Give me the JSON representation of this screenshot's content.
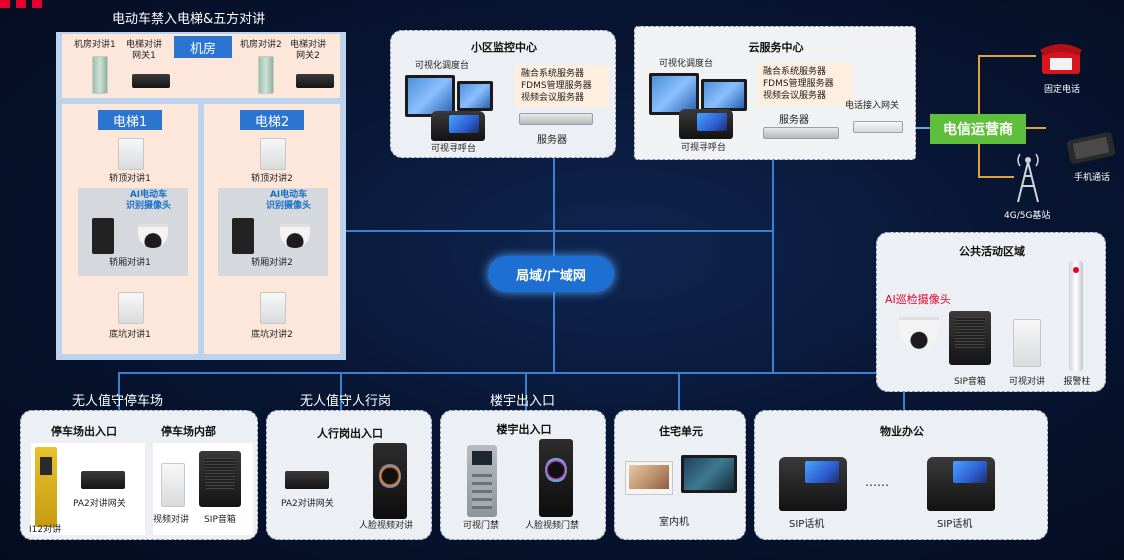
{
  "diagram": {
    "elevator_section": {
      "title": "电动车禁入电梯&五方对讲",
      "machine_room": {
        "label": "机房",
        "left_intercom": "机房对讲1",
        "left_gateway": "电梯对讲\n网关1",
        "right_intercom": "机房对讲2",
        "right_gateway": "电梯对讲\n网关2"
      },
      "elevators": [
        {
          "label": "电梯1",
          "roof": "轿顶对讲1",
          "camera": "AI电动车\n识别摄像头",
          "car": "轿厢对讲1",
          "pit": "底坑对讲1"
        },
        {
          "label": "电梯2",
          "roof": "轿顶对讲2",
          "camera": "AI电动车\n识别摄像头",
          "car": "轿厢对讲2",
          "pit": "底坑对讲2"
        }
      ]
    },
    "monitoring_center": {
      "title": "小区监控中心",
      "dispatch": "可视化调度台",
      "servers_list": "融合系统服务器\nFDMS管理服务器\n视频会议服务器",
      "server": "服务器",
      "phone": "可视寻呼台"
    },
    "cloud_center": {
      "title": "云服务中心",
      "dispatch": "可视化调度台",
      "servers_list": "融合系统服务器\nFDMS管理服务器\n视频会议服务器",
      "server": "服务器",
      "phone": "可视寻呼台",
      "gateway": "电话接入网关"
    },
    "telecom": {
      "label": "电信运营商",
      "fixed": "固定电话",
      "mobile": "手机通话",
      "base": "4G/5G基站"
    },
    "network": "局域/广域网",
    "public_area": {
      "title": "公共活动区域",
      "camera": "AI巡检摄像头",
      "speaker": "SIP音箱",
      "intercom": "可视对讲",
      "alarm": "报警柱"
    },
    "sections": {
      "parking_title": "无人值守停车场",
      "pedestrian_title": "无人值守人行岗",
      "building_title": "楼宇出入口"
    },
    "parking": {
      "exit_title": "停车场出入口",
      "inside_title": "停车场内部",
      "gateway": "PA2对讲网关",
      "i12": "I12对讲",
      "video": "视频对讲",
      "speaker": "SIP音箱"
    },
    "pedestrian": {
      "title": "人行岗出入口",
      "gateway": "PA2对讲网关",
      "face": "人脸视频对讲"
    },
    "building": {
      "title": "楼宇出入口",
      "door": "可视门禁",
      "face": "人脸视频门禁"
    },
    "residence": {
      "title": "住宅单元",
      "indoor": "室内机"
    },
    "office": {
      "title": "物业办公",
      "phone1": "SIP话机",
      "dots": "……",
      "phone2": "SIP话机"
    }
  },
  "colors": {
    "line": "#3b7fd0",
    "telecom_green": "#5fbf3d",
    "camera_blue": "#1a6fc9",
    "alert_red": "#e4002b",
    "elevator_bg": "#fde6da"
  },
  "icons": [
    "fixed-phone-icon",
    "smartphone-icon",
    "antenna-tower-icon"
  ]
}
